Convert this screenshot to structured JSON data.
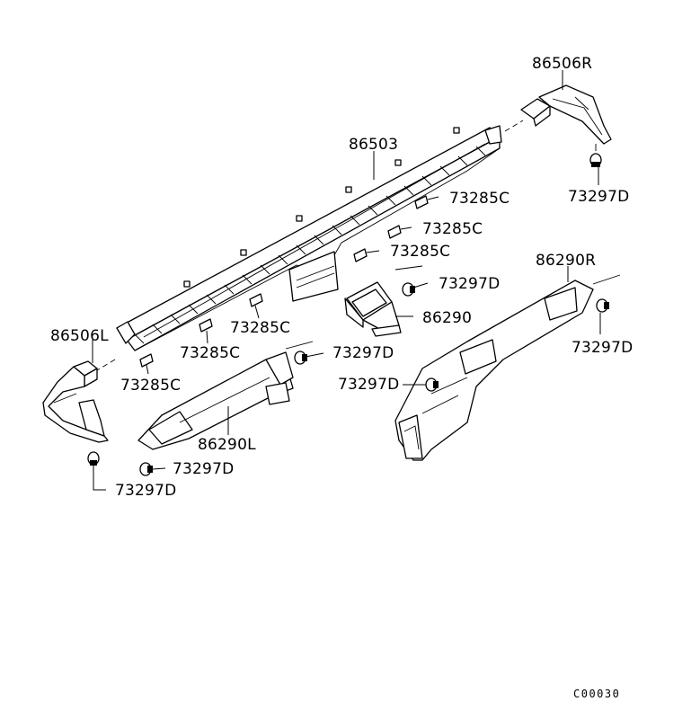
{
  "labels": {
    "rear_duct_main": "86503",
    "side_duct_right": "86506R",
    "side_duct_left": "86506L",
    "clip_1": "73285C",
    "clip_2": "73285C",
    "clip_3": "73285C",
    "clip_4": "73285C",
    "clip_5": "73285C",
    "clip_6": "73285C",
    "screw_1": "73297D",
    "screw_2": "73297D",
    "screw_3": "73297D",
    "screw_4": "73297D",
    "screw_5": "73297D",
    "screw_6": "73297D",
    "vent_center": "86290",
    "vent_right": "86290R",
    "vent_left": "86290L"
  },
  "diagram_code": "C00030"
}
